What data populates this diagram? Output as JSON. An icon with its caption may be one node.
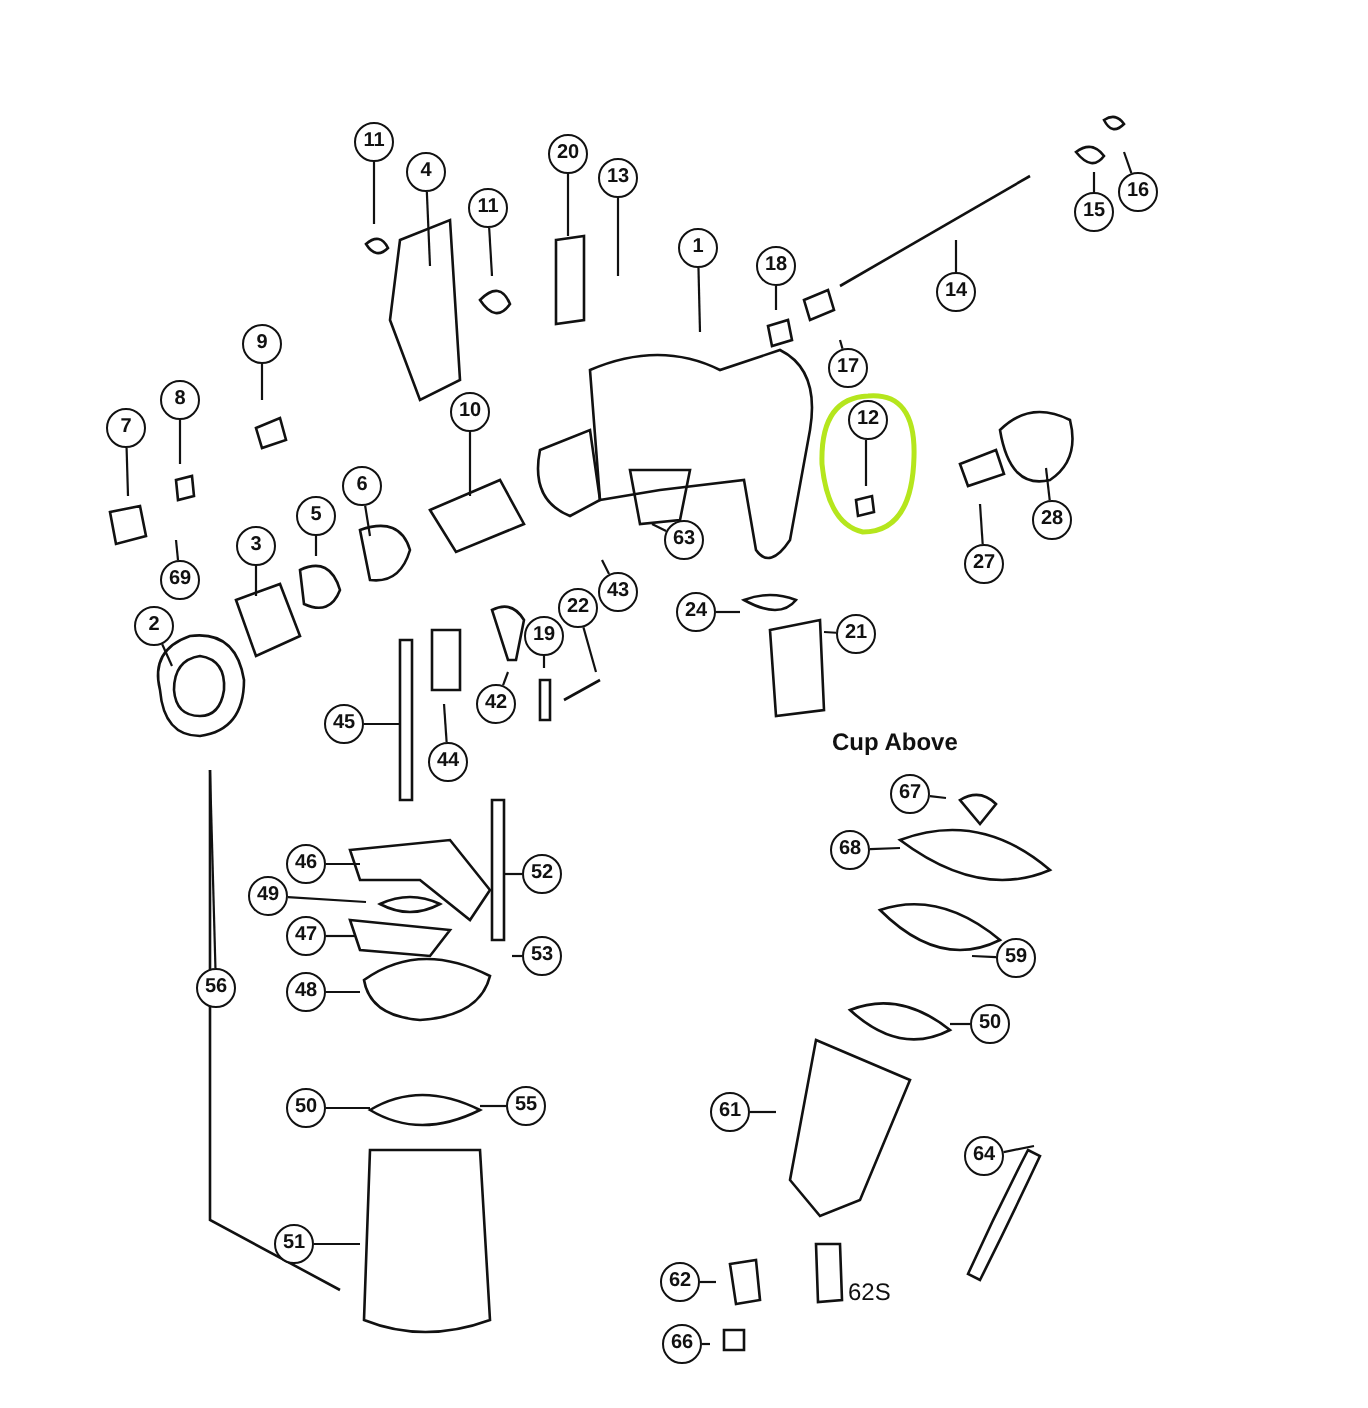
{
  "diagram": {
    "nodes": [
      {
        "text": [
          "11"
        ]
      },
      {
        "text": [
          "20"
        ]
      },
      {
        "text": [
          "4"
        ]
      },
      {
        "text": [
          "13"
        ]
      },
      {
        "text": [
          "1"
        ]
      },
      {
        "text": [
          "11"
        ]
      },
      {
        "text": [
          "18"
        ]
      },
      {
        "text": [
          "14"
        ]
      },
      {
        "text": [
          "17"
        ]
      },
      {
        "text": [
          "15"
        ]
      },
      {
        "text": [
          "16"
        ]
      },
      {
        "text": [
          "9"
        ]
      },
      {
        "text": [
          "8"
        ]
      },
      {
        "text": [
          "7"
        ]
      },
      {
        "text": [],
        "shape": "circle"
      },
      {
        "text": [
          "12"
        ],
        "in": 14
      },
      {
        "text": [
          "10"
        ]
      },
      {
        "text": [
          "3"
        ]
      },
      {
        "text": [
          "5"
        ]
      },
      {
        "text": [
          "6"
        ]
      },
      {
        "text": [
          "69"
        ]
      },
      {
        "text": [
          "63"
        ]
      },
      {
        "text": [
          "28"
        ]
      },
      {
        "text": [
          "27"
        ]
      },
      {
        "text": [
          "43"
        ]
      },
      {
        "text": [
          "24"
        ]
      },
      {
        "text": [
          "21"
        ]
      },
      {
        "text": [
          "2"
        ]
      },
      {
        "text": [
          "22"
        ]
      },
      {
        "text": [
          "19"
        ]
      },
      {
        "text": [
          "42"
        ]
      },
      {
        "text": [
          "45"
        ]
      },
      {
        "text": [
          "44"
        ]
      },
      {
        "text": [
          "46"
        ]
      },
      {
        "text": [
          "52"
        ]
      },
      {
        "text": [
          "49"
        ]
      },
      {
        "text": [
          "47"
        ]
      },
      {
        "text": [
          "53"
        ]
      },
      {
        "text": [
          "48"
        ]
      },
      {
        "text": [
          "56"
        ]
      },
      {
        "text": [
          "50"
        ]
      },
      {
        "text": [
          "55"
        ]
      },
      {
        "text": [
          "51"
        ]
      },
      {
        "text": [
          "67"
        ]
      },
      {
        "text": [
          "68"
        ]
      },
      {
        "text": [
          "59"
        ]
      },
      {
        "text": [
          "50"
        ]
      },
      {
        "text": [
          "61"
        ]
      },
      {
        "text": [
          "64"
        ]
      },
      {
        "text": [
          "62"
        ]
      },
      {
        "text": [
          "66"
        ]
      }
    ],
    "edges": [
      {
        "from": 0,
        "to": null,
        "arrow": "none"
      },
      {
        "from": 1,
        "to": null,
        "arrow": "none"
      },
      {
        "from": 2,
        "to": null,
        "arrow": "none"
      },
      {
        "from": 3,
        "to": null,
        "arrow": "none"
      },
      {
        "from": 4,
        "to": null,
        "arrow": "none"
      },
      {
        "from": 5,
        "to": null,
        "arrow": "none"
      },
      {
        "from": 6,
        "to": null,
        "arrow": "none"
      },
      {
        "from": 7,
        "to": null,
        "arrow": "none"
      },
      {
        "from": 8,
        "to": null,
        "arrow": "none"
      },
      {
        "from": 9,
        "to": null,
        "arrow": "none"
      },
      {
        "from": 10,
        "to": null,
        "arrow": "none"
      },
      {
        "from": 11,
        "to": null,
        "arrow": "none"
      },
      {
        "from": 12,
        "to": null,
        "arrow": "none"
      },
      {
        "from": 13,
        "to": null,
        "arrow": "none"
      },
      {
        "from": 15,
        "to": null,
        "arrow": "none"
      },
      {
        "from": 16,
        "to": null,
        "arrow": "none"
      },
      {
        "from": 17,
        "to": null,
        "arrow": "none"
      },
      {
        "from": 18,
        "to": null,
        "arrow": "none"
      },
      {
        "from": 19,
        "to": null,
        "arrow": "none"
      },
      {
        "from": 20,
        "to": null,
        "arrow": "none"
      },
      {
        "from": 21,
        "to": null,
        "arrow": "none"
      },
      {
        "from": 22,
        "to": null,
        "arrow": "none"
      },
      {
        "from": 23,
        "to": null,
        "arrow": "none"
      },
      {
        "from": 24,
        "to": null,
        "arrow": "none"
      },
      {
        "from": 25,
        "to": null,
        "arrow": "none"
      },
      {
        "from": 26,
        "to": null,
        "arrow": "none"
      },
      {
        "from": 27,
        "to": null,
        "arrow": "none"
      },
      {
        "from": 28,
        "to": null,
        "arrow": "none"
      },
      {
        "from": 29,
        "to": null,
        "arrow": "none"
      },
      {
        "from": 30,
        "to": null,
        "arrow": "none"
      },
      {
        "from": 31,
        "to": null,
        "arrow": "none"
      },
      {
        "from": 32,
        "to": null,
        "arrow": "none"
      },
      {
        "from": 33,
        "to": null,
        "arrow": "none"
      },
      {
        "from": 34,
        "to": null,
        "arrow": "none"
      },
      {
        "from": 35,
        "to": null,
        "arrow": "none"
      },
      {
        "from": 36,
        "to": null,
        "arrow": "none"
      },
      {
        "from": 37,
        "to": null,
        "arrow": "none"
      },
      {
        "from": 38,
        "to": null,
        "arrow": "none"
      },
      {
        "from": 39,
        "to": null,
        "arrow": "none"
      },
      {
        "from": 40,
        "to": null,
        "arrow": "none"
      },
      {
        "from": 41,
        "to": null,
        "arrow": "none"
      },
      {
        "from": 42,
        "to": null,
        "arrow": "none"
      },
      {
        "from": 43,
        "to": null,
        "arrow": "none"
      },
      {
        "from": 44,
        "to": null,
        "arrow": "none"
      },
      {
        "from": 45,
        "to": null,
        "arrow": "none"
      },
      {
        "from": 46,
        "to": null,
        "arrow": "none"
      },
      {
        "from": 47,
        "to": null,
        "arrow": "none"
      },
      {
        "from": 48,
        "to": null,
        "arrow": "none"
      },
      {
        "from": 49,
        "to": null,
        "arrow": "none"
      },
      {
        "from": 50,
        "to": null,
        "arrow": "none"
      }
    ],
    "labels": [
      "Cup Above",
      "62S"
    ]
  }
}
